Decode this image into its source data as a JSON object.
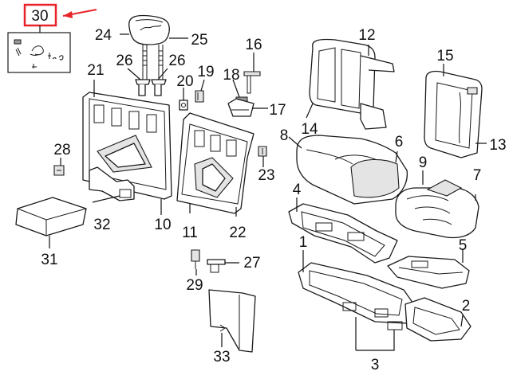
{
  "diagram": {
    "highlight_color": "#e8242a",
    "callouts": {
      "c1": "1",
      "c2": "2",
      "c3": "3",
      "c4": "4",
      "c5": "5",
      "c6": "6",
      "c7": "7",
      "c8": "8",
      "c9": "9",
      "c10": "10",
      "c11": "11",
      "c12": "12",
      "c13": "13",
      "c14": "14",
      "c15": "15",
      "c16": "16",
      "c17": "17",
      "c18": "18",
      "c19": "19",
      "c20": "20",
      "c21": "21",
      "c22": "22",
      "c23": "23",
      "c24": "24",
      "c25": "25",
      "c26a": "26",
      "c26b": "26",
      "c27": "27",
      "c28": "28",
      "c29": "29",
      "c30": "30",
      "c31": "31",
      "c32": "32",
      "c33": "33"
    }
  }
}
